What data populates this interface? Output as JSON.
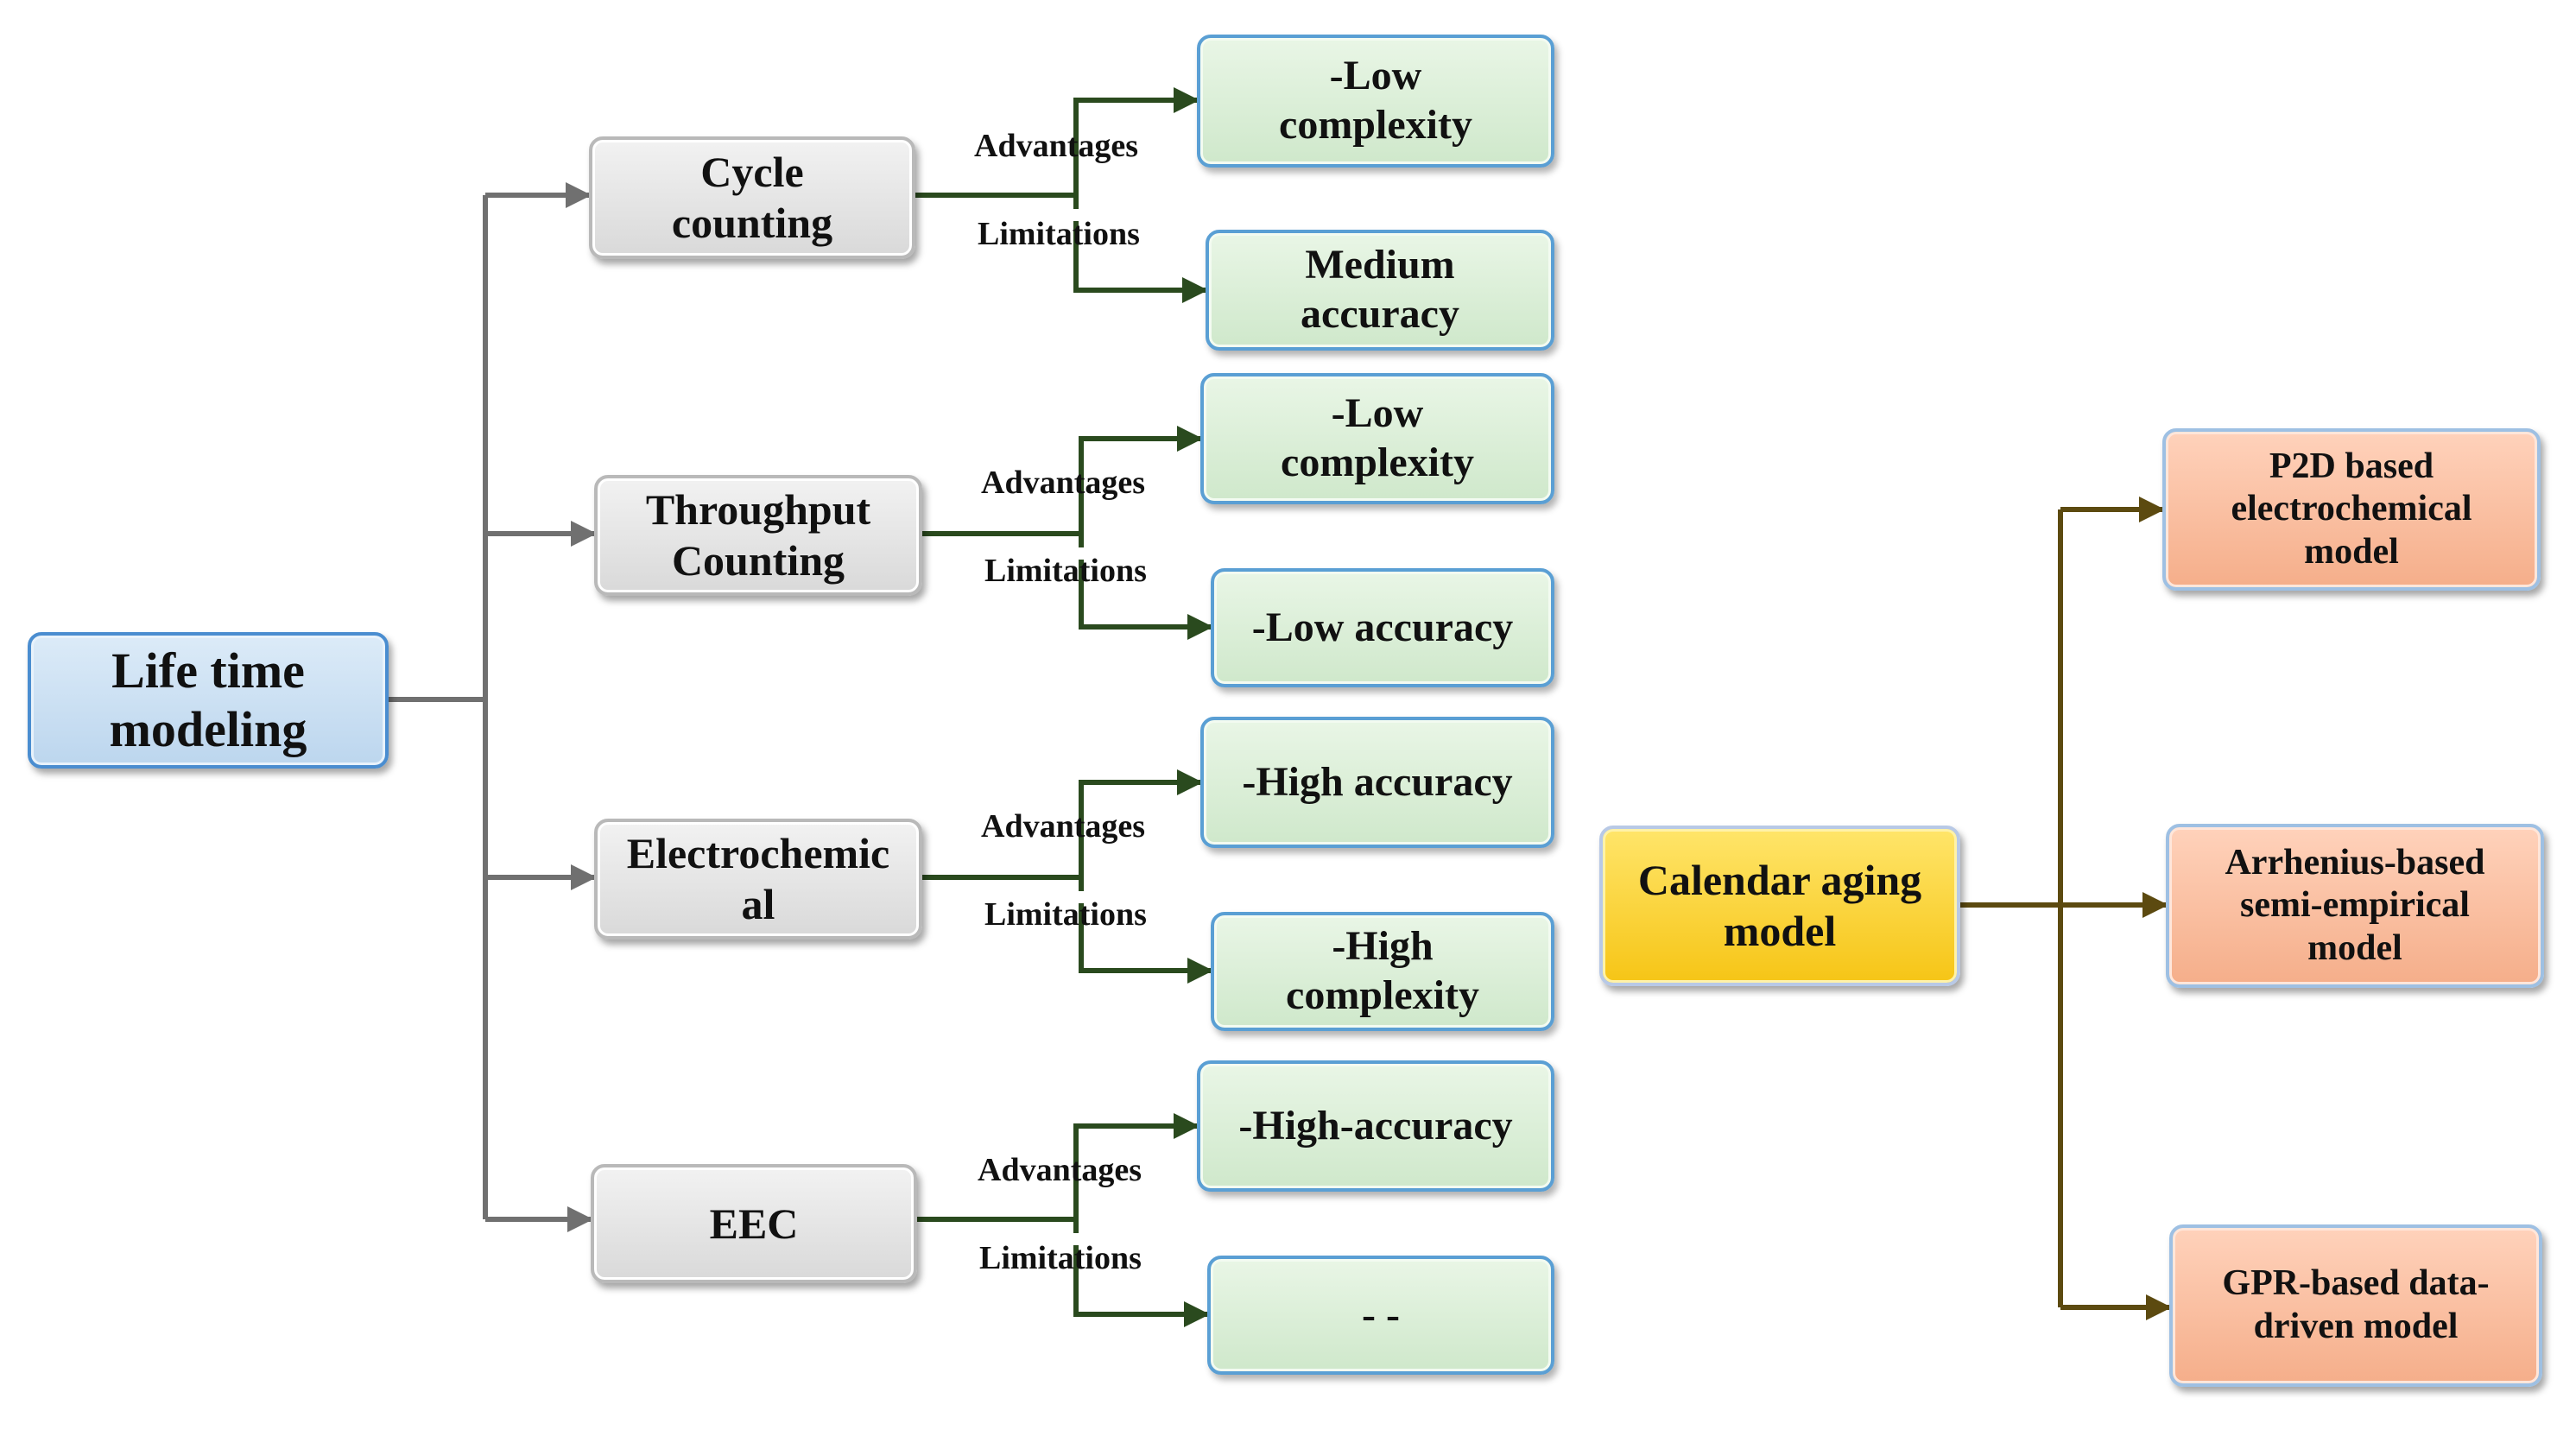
{
  "root": {
    "label": "Life time\nmodeling"
  },
  "methods": [
    {
      "label": "Cycle\ncounting",
      "advantages_label": "Advantages",
      "limitations_label": "Limitations",
      "advantage": "-Low\ncomplexity",
      "limitation": "Medium\naccuracy"
    },
    {
      "label": "Throughput\nCounting",
      "advantages_label": "Advantages",
      "limitations_label": "Limitations",
      "advantage": "-Low\ncomplexity",
      "limitation": "-Low accuracy"
    },
    {
      "label": "Electrochemic\nal",
      "advantages_label": "Advantages",
      "limitations_label": "Limitations",
      "advantage": "-High accuracy",
      "limitation": "-High\ncomplexity"
    },
    {
      "label": "EEC",
      "advantages_label": "Advantages",
      "limitations_label": "Limitations",
      "advantage": "-High-accuracy",
      "limitation": "- -"
    }
  ],
  "calendar": {
    "label": "Calendar aging\nmodel",
    "submodels": [
      "P2D based\nelectrochemical\nmodel",
      "Arrhenius-based\nsemi-empirical\nmodel",
      "GPR-based data-\ndriven model"
    ]
  },
  "colors": {
    "gray_connector": "#707070",
    "green_connector": "#2a4a1e",
    "brown_connector": "#5c4a10"
  }
}
